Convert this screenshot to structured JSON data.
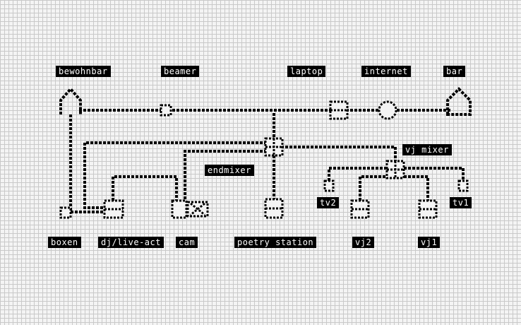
{
  "labels": {
    "bewohnbar": "bewohnbar",
    "beamer": "beamer",
    "laptop": "laptop",
    "internet": "internet",
    "bar": "bar",
    "vj_mixer": "vj mixer",
    "endmixer": "endmixer",
    "tv2": "tv2",
    "tv1": "tv1",
    "boxen": "boxen",
    "dj_live_act": "dj/live-act",
    "cam": "cam",
    "poetry_station": "poetry station",
    "vj2": "vj2",
    "vj1": "vj1"
  },
  "colors": {
    "ink": "#000000",
    "grid": "#c9c9c9",
    "paper": "#f4f4f4"
  }
}
